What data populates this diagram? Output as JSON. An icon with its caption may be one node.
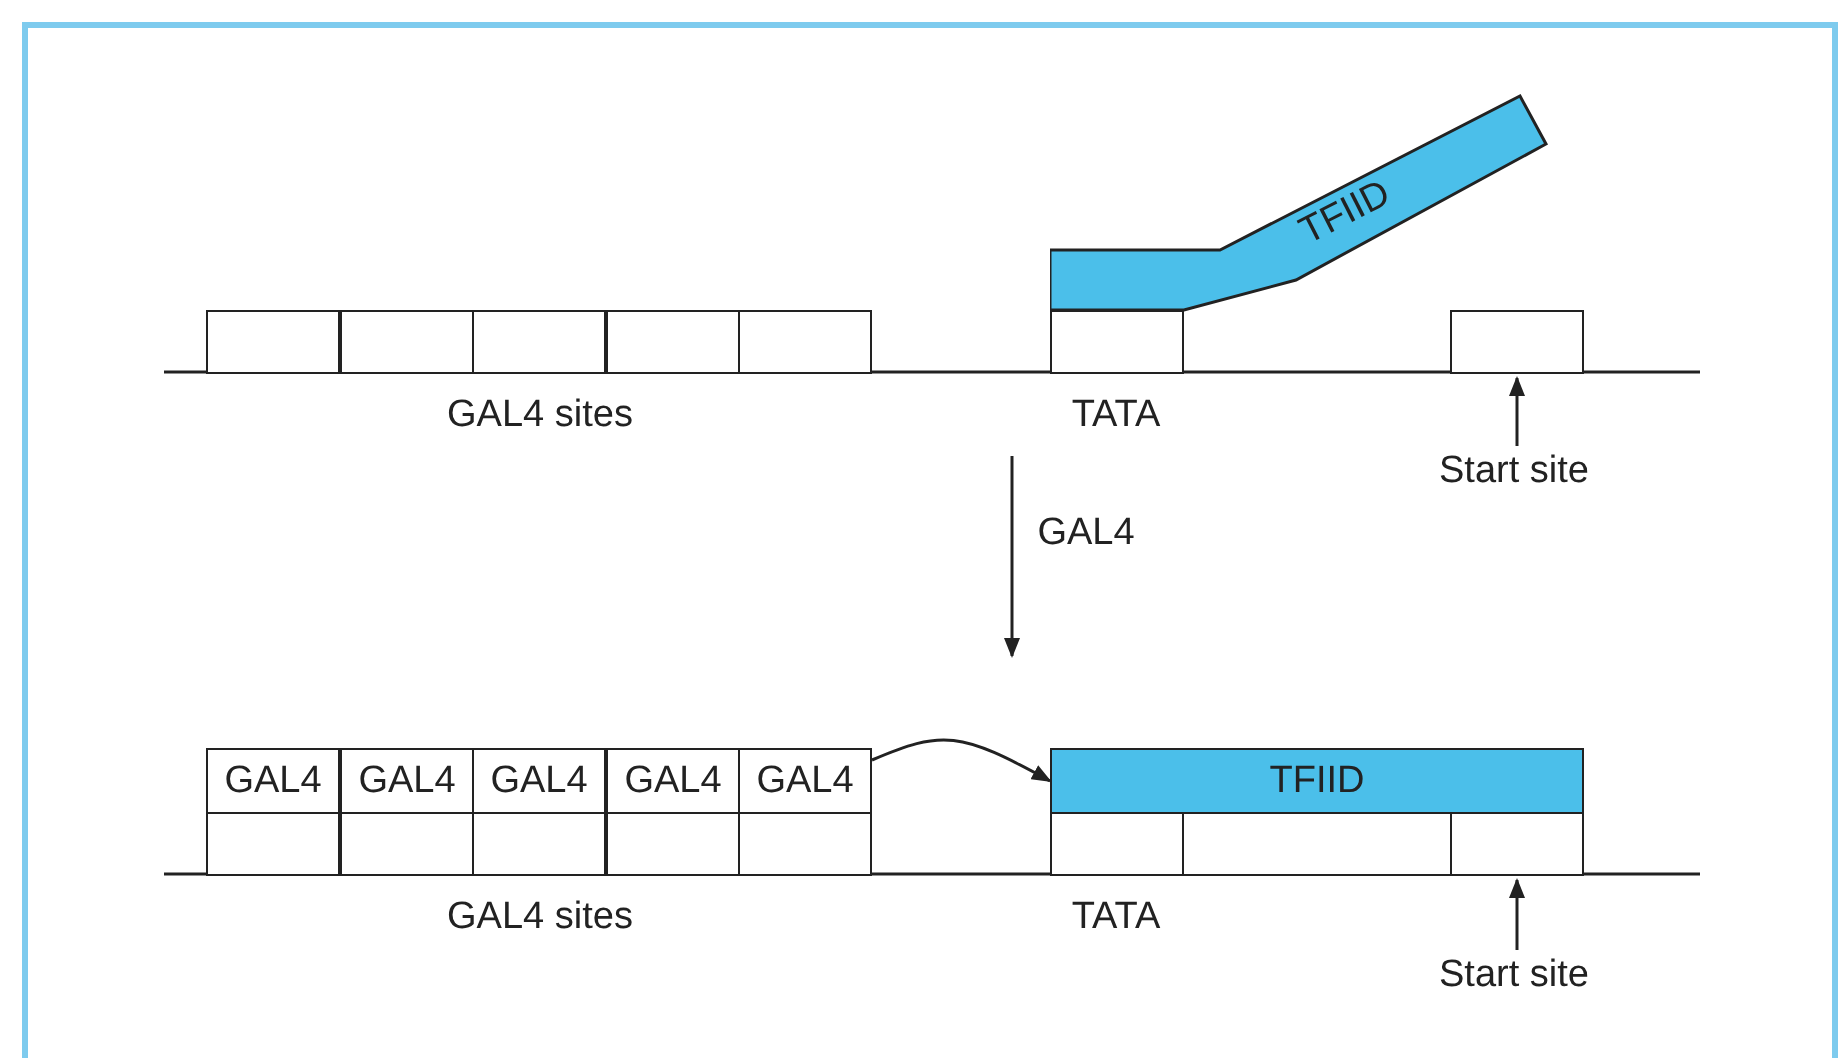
{
  "diagram": {
    "nodes": [
      {
        "text": [],
        "shape": "box"
      },
      {
        "text": [],
        "shape": "box"
      },
      {
        "text": [],
        "shape": "box"
      },
      {
        "text": [],
        "shape": "box"
      },
      {
        "text": [],
        "shape": "box"
      },
      {
        "text": [
          "TFIID"
        ]
      },
      {
        "text": [],
        "shape": "box"
      },
      {
        "text": [],
        "shape": "box"
      },
      {
        "text": [
          "Start site"
        ]
      },
      {
        "text": [
          "GAL4"
        ]
      },
      {
        "text": [
          "GAL4"
        ]
      },
      {
        "text": [
          "GAL4"
        ]
      },
      {
        "text": [
          "GAL4"
        ]
      },
      {
        "text": [
          "GAL4"
        ]
      },
      {
        "text": [
          "TFIID"
        ]
      },
      {
        "text": [],
        "shape": "box"
      },
      {
        "text": [],
        "shape": "box"
      },
      {
        "text": [],
        "shape": "box"
      },
      {
        "text": [],
        "shape": "box"
      },
      {
        "text": [],
        "shape": "box"
      },
      {
        "text": [],
        "shape": "box"
      },
      {
        "text": [],
        "shape": "box"
      },
      {
        "text": [],
        "shape": "box"
      },
      {
        "text": [
          "Start site"
        ]
      }
    ],
    "edges": [
      {
        "from": 8,
        "to": 7,
        "arrow": "to"
      },
      {
        "from": 13,
        "to": 14,
        "arrow": "to"
      },
      {
        "from": 23,
        "to": 22,
        "arrow": "to"
      }
    ],
    "labels": [
      "GAL4 sites",
      "TATA",
      "GAL4",
      "GAL4 sites",
      "TATA"
    ]
  }
}
